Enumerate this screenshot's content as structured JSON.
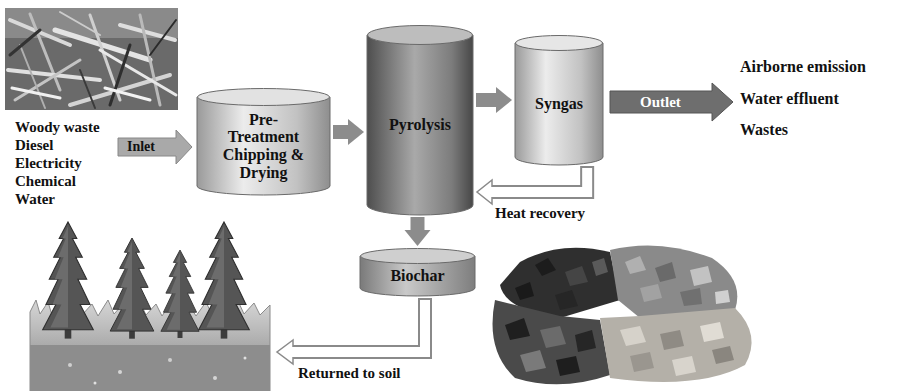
{
  "diagram": {
    "nodes": [
      {
        "text": [
          "Pre- Treatment Chipping & Drying"
        ]
      },
      {
        "text": [
          "Pyrolysis"
        ]
      },
      {
        "text": [
          "Syngas"
        ]
      },
      {
        "text": [
          "Biochar"
        ]
      }
    ],
    "edges": [
      {
        "from": 0,
        "to": 1,
        "arrow": "to"
      },
      {
        "from": 1,
        "to": 2,
        "arrow": "to"
      },
      {
        "from": 2,
        "to": 1,
        "arrow": "to",
        "label": "Heat recovery"
      },
      {
        "from": 1,
        "to": 3,
        "arrow": "to"
      }
    ],
    "labels": [
      "Woody waste",
      "Diesel",
      "Electricity",
      "Chemical",
      "Water",
      "Inlet",
      "Outlet",
      "Airborne emission",
      "Water effluent",
      "Wastes",
      "Returned to soil"
    ]
  }
}
